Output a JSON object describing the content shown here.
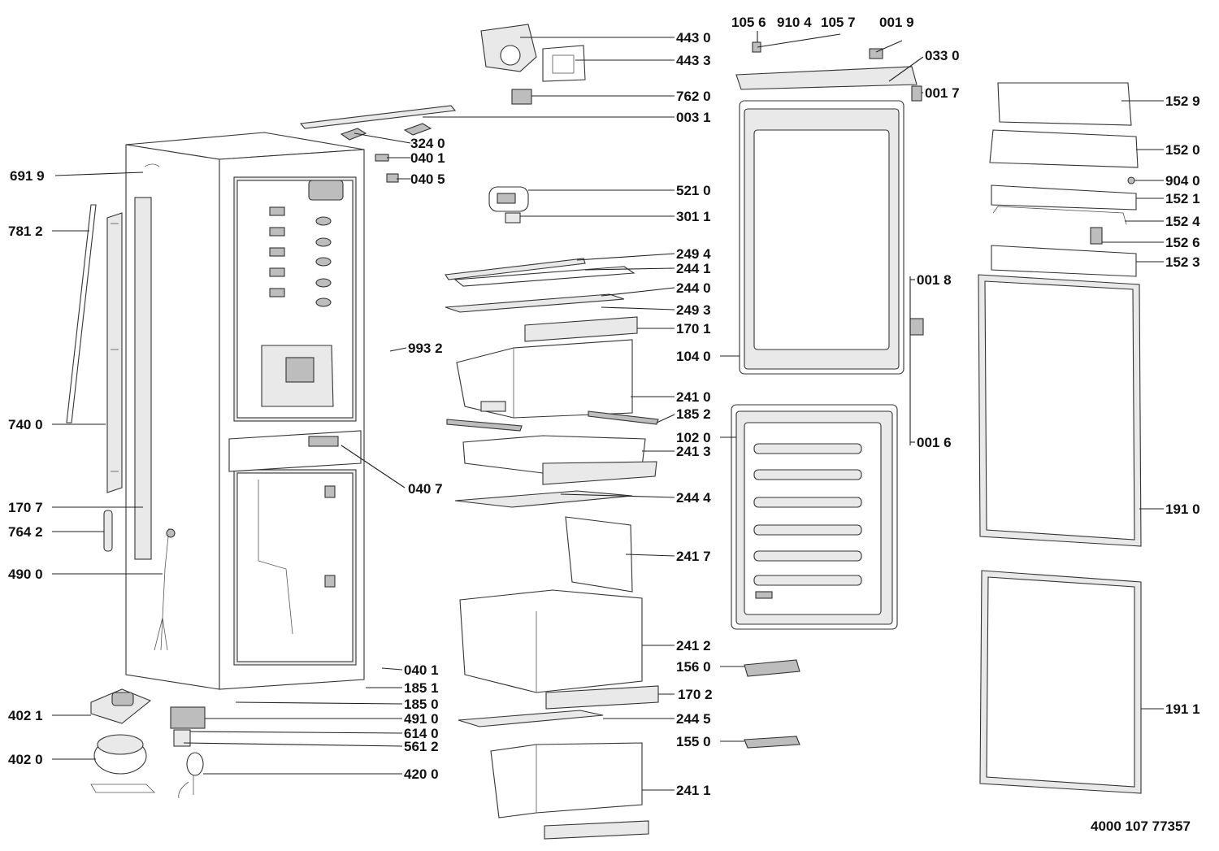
{
  "document_code": "4000 107 77357",
  "labels": {
    "l_443_0": "443 0",
    "l_443_3": "443 3",
    "l_762_0": "762 0",
    "l_003_1": "003 1",
    "l_324_0": "324 0",
    "l_040_1_top": "040 1",
    "l_040_5": "040 5",
    "l_521_0": "521 0",
    "l_301_1": "301 1",
    "l_249_4": "249 4",
    "l_244_1": "244 1",
    "l_244_0": "244 0",
    "l_249_3": "249 3",
    "l_170_1": "170 1",
    "l_993_2": "993 2",
    "l_241_0": "241 0",
    "l_185_2": "185 2",
    "l_241_3": "241 3",
    "l_040_7": "040 7",
    "l_244_4": "244 4",
    "l_241_7": "241 7",
    "l_241_2": "241 2",
    "l_040_1_bot": "040 1",
    "l_185_1": "185 1",
    "l_185_0": "185 0",
    "l_491_0": "491 0",
    "l_614_0": "614 0",
    "l_561_2": "561 2",
    "l_420_0": "420 0",
    "l_170_2": "170 2",
    "l_244_5": "244 5",
    "l_241_1": "241 1",
    "l_156_0": "156 0",
    "l_155_0": "155 0",
    "l_104_0": "104 0",
    "l_102_0": "102 0",
    "l_691_9": "691 9",
    "l_781_2": "781 2",
    "l_740_0": "740 0",
    "l_170_7": "170 7",
    "l_764_2": "764 2",
    "l_490_0": "490 0",
    "l_402_1": "402 1",
    "l_402_0": "402 0",
    "l_105_6": "105 6",
    "l_910_4": "910 4",
    "l_105_7": "105 7",
    "l_001_9": "001 9",
    "l_033_0": "033 0",
    "l_001_7": "001 7",
    "l_001_8": "001 8",
    "l_001_6": "001 6",
    "l_152_9": "152 9",
    "l_152_0": "152 0",
    "l_904_0": "904 0",
    "l_152_1": "152 1",
    "l_152_4": "152 4",
    "l_152_6": "152 6",
    "l_152_3": "152 3",
    "l_191_0": "191 0",
    "l_191_1": "191 1"
  }
}
